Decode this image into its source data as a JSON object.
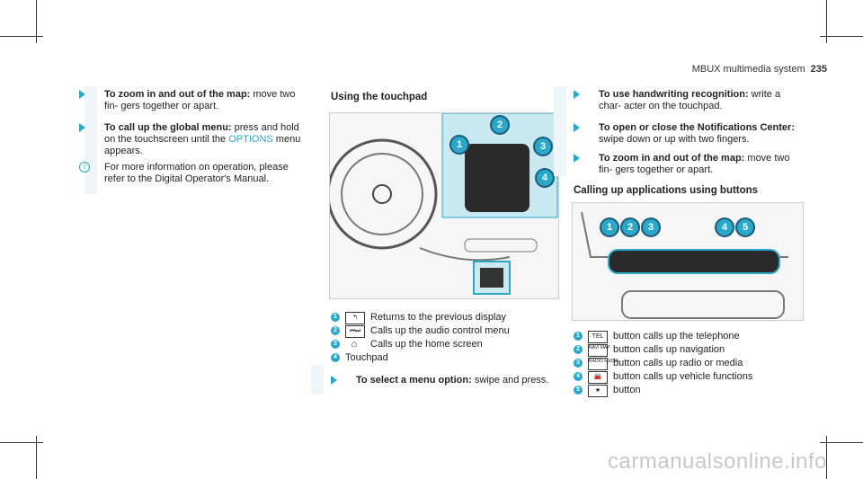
{
  "header": {
    "section": "MBUX multimedia system",
    "page": "235"
  },
  "col1": {
    "b1": {
      "label": "To zoom in and out of the map:",
      "text": " move two fin‑ gers together or apart."
    },
    "b2": {
      "label": "To call up the global menu:",
      "text1": " press and hold on the touchscreen until the ",
      "options": "OPTIONS",
      "text2": " menu appears."
    },
    "info": "For more information on operation, please refer to the Digital Operator's Manual."
  },
  "col2": {
    "title": "Using the touchpad",
    "callouts": [
      "1",
      "2",
      "3",
      "4"
    ],
    "items": [
      {
        "num": "1",
        "key": "↰",
        "text": "Returns to the previous display"
      },
      {
        "num": "2",
        "key": "⏮⏭",
        "text": "Calls up the audio control menu"
      },
      {
        "num": "3",
        "key": "⌂",
        "text": "Calls up the home screen"
      },
      {
        "num": "4",
        "key": "",
        "text": "Touchpad"
      }
    ],
    "b1": {
      "label": "To select a menu option:",
      "text": " swipe and press."
    }
  },
  "col3": {
    "b1": {
      "label": "To use handwriting recognition:",
      "text": " write a char‑ acter on the touchpad."
    },
    "b2": {
      "label": "To open or close the Notifications Center:",
      "text": " swipe down or up with two fingers."
    },
    "b3": {
      "label": "To zoom in and out of the map:",
      "text": " move two fin‑ gers together or apart."
    },
    "title": "Calling up applications using buttons",
    "callouts": [
      "1",
      "2",
      "3",
      "4",
      "5"
    ],
    "items": [
      {
        "num": "1",
        "key": "TEL",
        "text": "button calls up the telephone"
      },
      {
        "num": "2",
        "key": "NAVI MAP",
        "text": "button calls up navigation"
      },
      {
        "num": "3",
        "key": "RADIO MEDIA",
        "text": "button calls up radio or media"
      },
      {
        "num": "4",
        "key": "🚘",
        "text": "button calls up vehicle functions"
      },
      {
        "num": "5",
        "key": "★",
        "text": "button"
      }
    ]
  },
  "watermark": "carmanualsonline.info"
}
